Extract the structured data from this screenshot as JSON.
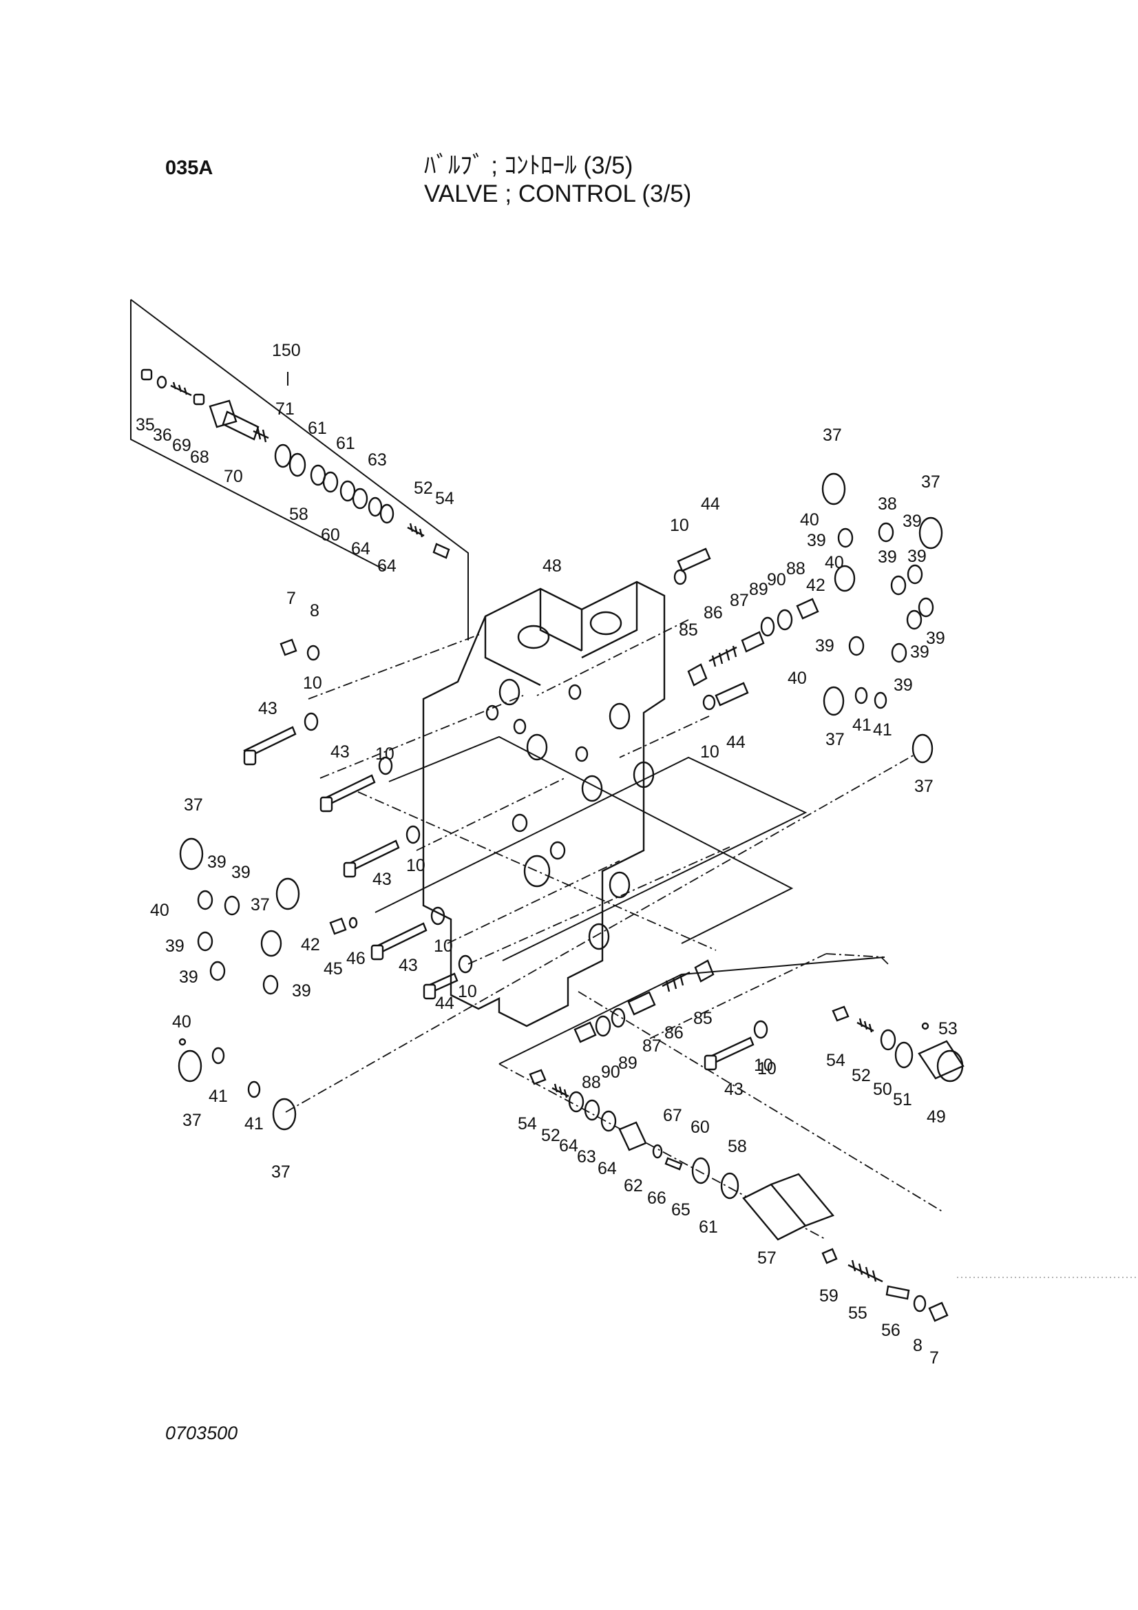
{
  "header": {
    "page_code": "035A",
    "title_jp": "ﾊﾞﾙﾌﾞ ; ｺﾝﾄﾛｰﾙ (3/5)",
    "title_en": "VALVE ; CONTROL (3/5)"
  },
  "footer": {
    "drawing_number": "0703500"
  },
  "callouts": {
    "c150": "150",
    "c35": "35",
    "c36": "36",
    "c69": "69",
    "c68": "68",
    "c70": "70",
    "c71": "71",
    "c58a": "58",
    "c61a": "61",
    "c60a": "60",
    "c61b": "61",
    "c63a": "63",
    "c64a": "64",
    "c64b": "64",
    "c52a": "52",
    "c54a": "54",
    "c48": "48",
    "c7a": "7",
    "c8a": "8",
    "c10a": "10",
    "c43a": "43",
    "c10b": "10",
    "c43b": "43",
    "c43c": "43",
    "c10c": "10",
    "c43d": "43",
    "c10d": "10",
    "c44a": "44",
    "c10e": "10",
    "c45": "45",
    "c46": "46",
    "c10f": "10",
    "c44b": "44",
    "c10g": "10",
    "c44c": "44",
    "c10h": "10",
    "c85a": "85",
    "c86a": "86",
    "c87a": "87",
    "c89a": "89",
    "c90a": "90",
    "c88a": "88",
    "c37a": "37",
    "c40a": "40",
    "c39a": "39",
    "c38": "38",
    "c37b": "37",
    "c39b": "39",
    "c40b": "40",
    "c39c": "39",
    "c42a": "42",
    "c39d": "39",
    "c39e": "39",
    "c39f": "39",
    "c39g": "39",
    "c40c": "40",
    "c37c": "37",
    "c41a": "41",
    "c41b": "41",
    "c37d": "37",
    "c37e": "37",
    "c39h": "39",
    "c39i": "39",
    "c40d": "40",
    "c37f": "37",
    "c39j": "39",
    "c42b": "42",
    "c39k": "39",
    "c39l": "39",
    "c40e": "40",
    "c37g": "37",
    "c41c": "41",
    "c41d": "41",
    "c37h": "37",
    "c85b": "85",
    "c86b": "86",
    "c87b": "87",
    "c89b": "89",
    "c90b": "90",
    "c88b": "88",
    "c43e": "43",
    "c10i": "10",
    "c54b": "54",
    "c52b": "52",
    "c50": "50",
    "c51": "51",
    "c53": "53",
    "c49": "49",
    "c54c": "54",
    "c52c": "52",
    "c64c": "64",
    "c63b": "63",
    "c64d": "64",
    "c62": "62",
    "c67": "67",
    "c66": "66",
    "c65": "65",
    "c60b": "60",
    "c61c": "61",
    "c58b": "58",
    "c57": "57",
    "c59": "59",
    "c55": "55",
    "c56": "56",
    "c8b": "8",
    "c7b": "7"
  }
}
